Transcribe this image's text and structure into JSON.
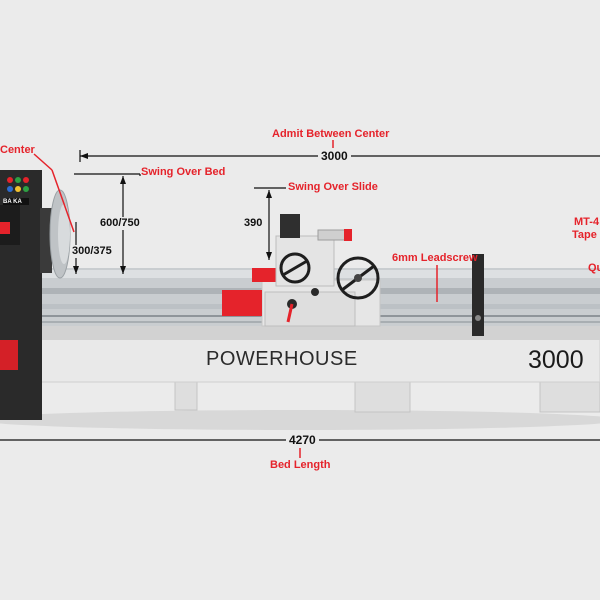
{
  "labels": {
    "admit_between_center": "Admit Between Center",
    "admit_between_center_value": "3000",
    "center_height": "Center",
    "swing_over_bed": "Swing Over Bed",
    "swing_over_bed_value": "600/750",
    "swing_over_slide": "Swing Over Slide",
    "swing_over_slide_value": "390",
    "center_height_value": "300/375",
    "leadscrew": "6mm Leadscrew",
    "tailstock_taper": "MT-4",
    "tailstock_taper_sub": "Tape",
    "quill": "Qu",
    "bed_length_value": "4270",
    "bed_length": "Bed Length"
  },
  "branding": {
    "brand_name": "POWERHOUSE",
    "model_number": "3000",
    "control_logo": "BA KA"
  },
  "colors": {
    "accent_red": "#e5232b",
    "dimension_line": "#111111",
    "machine_body": "#e9e9e9",
    "headstock_dark": "#2a2a2a",
    "background": "#ebebeb"
  }
}
